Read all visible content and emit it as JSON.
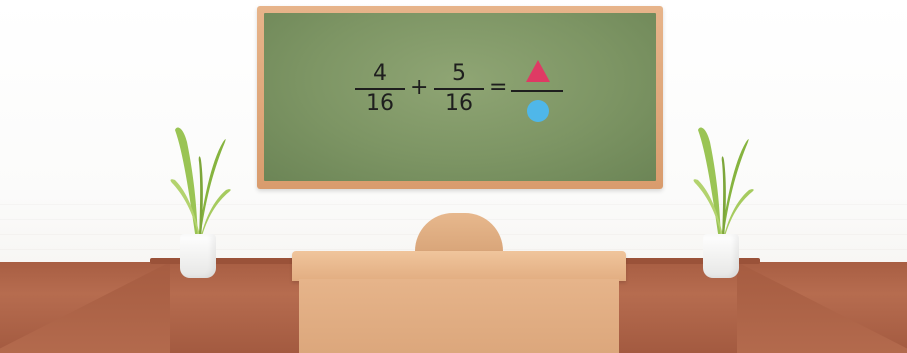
{
  "equation": {
    "fraction_a": {
      "numerator": "4",
      "denominator": "16"
    },
    "plus": "+",
    "fraction_b": {
      "numerator": "5",
      "denominator": "16"
    },
    "equals": "=",
    "result": {
      "numerator_symbol": "triangle-icon",
      "denominator_symbol": "circle-icon"
    }
  },
  "colors": {
    "board_green": "#7d9564",
    "frame_wood": "#d99c6d",
    "triangle": "#df3a64",
    "circle": "#4fb7e9",
    "floor": "#a85e43",
    "desk": "#e2ad81"
  }
}
